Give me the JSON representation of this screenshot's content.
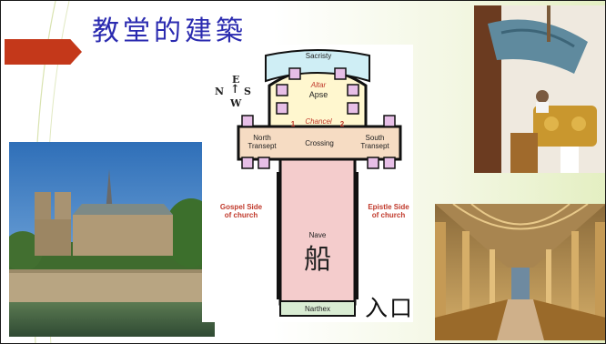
{
  "slide": {
    "title": "教堂的建築",
    "accent_color": "#c4381a",
    "title_color": "#2b2bb0"
  },
  "floor_plan": {
    "compass": {
      "east": "E",
      "north": "N",
      "south": "S",
      "west": "W"
    },
    "labels": {
      "sacristy": "Sacristy",
      "altar": "Altar",
      "apse": "Apse",
      "chancel": "Chancel",
      "chancel_left_number": "1",
      "chancel_right_number": "2",
      "north_transept": "North\nTransept",
      "crossing": "Crossing",
      "south_transept": "South\nTransept",
      "gospel_side": "Gospel Side\nof church",
      "epistle_side": "Epistle Side\nof church",
      "nave": "Nave",
      "nave_chinese": "船",
      "narthex": "Narthex"
    }
  },
  "entrance_label": "入口",
  "photos": [
    {
      "name": "notre-dame-exterior",
      "kind": "cathedral exterior on river"
    },
    {
      "name": "ornate-pulpit",
      "kind": "carved pulpit with canopy"
    },
    {
      "name": "cathedral-nave-interior",
      "kind": "gothic nave interior"
    }
  ]
}
